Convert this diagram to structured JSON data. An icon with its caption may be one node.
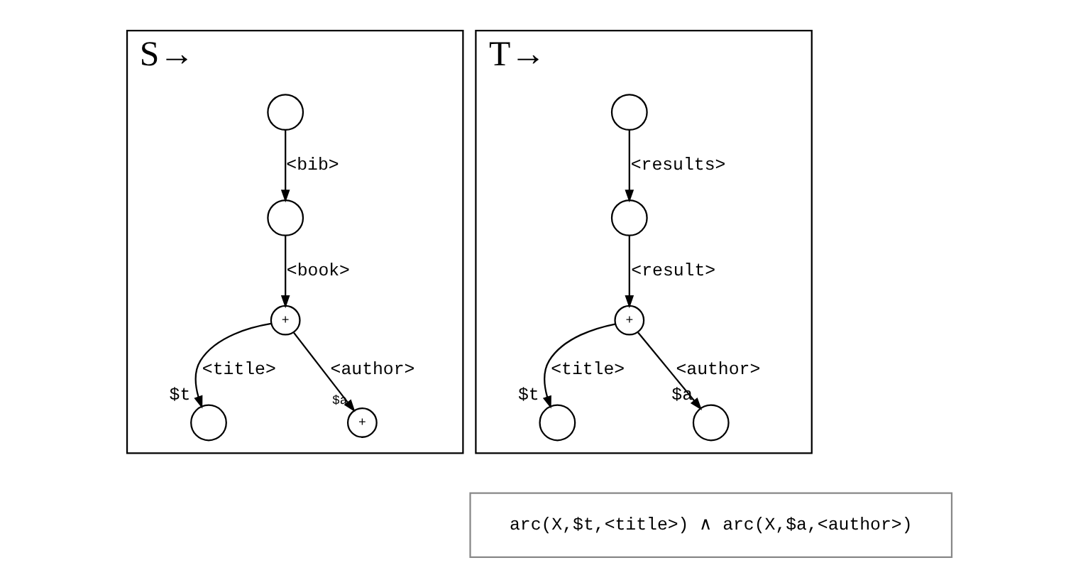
{
  "diagram": {
    "nodes": [
      {
        "text": [
          "S→"
        ]
      },
      {
        "text": [],
        "shape": "circle",
        "in": 0
      },
      {
        "text": [],
        "shape": "circle",
        "in": 0
      },
      {
        "text": [
          "+"
        ],
        "in": 0
      },
      {
        "text": [],
        "shape": "circle",
        "in": 0,
        "beside": [
          "$t"
        ]
      },
      {
        "text": [
          "+"
        ],
        "in": 0,
        "beside": [
          "$a"
        ]
      },
      {
        "text": [
          "T→"
        ]
      },
      {
        "text": [],
        "shape": "circle",
        "in": 6
      },
      {
        "text": [],
        "shape": "circle",
        "in": 6
      },
      {
        "text": [
          "+"
        ],
        "in": 6
      },
      {
        "text": [],
        "shape": "circle",
        "in": 6,
        "beside": [
          "$t"
        ]
      },
      {
        "text": [],
        "shape": "circle",
        "in": 6,
        "beside": [
          "$a"
        ]
      },
      {
        "text": [
          "arc(X,$t,<title>) ∧ arc(X,$a,<author>)"
        ]
      }
    ],
    "edges": [
      {
        "from": 1,
        "to": 2,
        "arrow": "to",
        "label": "<bib>"
      },
      {
        "from": 2,
        "to": 3,
        "arrow": "to",
        "label": "<book>"
      },
      {
        "from": 3,
        "to": 4,
        "arrow": "to",
        "label": "<title>"
      },
      {
        "from": 3,
        "to": 5,
        "arrow": "to",
        "label": "<author>"
      },
      {
        "from": 7,
        "to": 8,
        "arrow": "to",
        "label": "<results>"
      },
      {
        "from": 8,
        "to": 9,
        "arrow": "to",
        "label": "<result>"
      },
      {
        "from": 9,
        "to": 10,
        "arrow": "to",
        "label": "<title>"
      },
      {
        "from": 9,
        "to": 11,
        "arrow": "to",
        "label": "<author>"
      }
    ]
  }
}
